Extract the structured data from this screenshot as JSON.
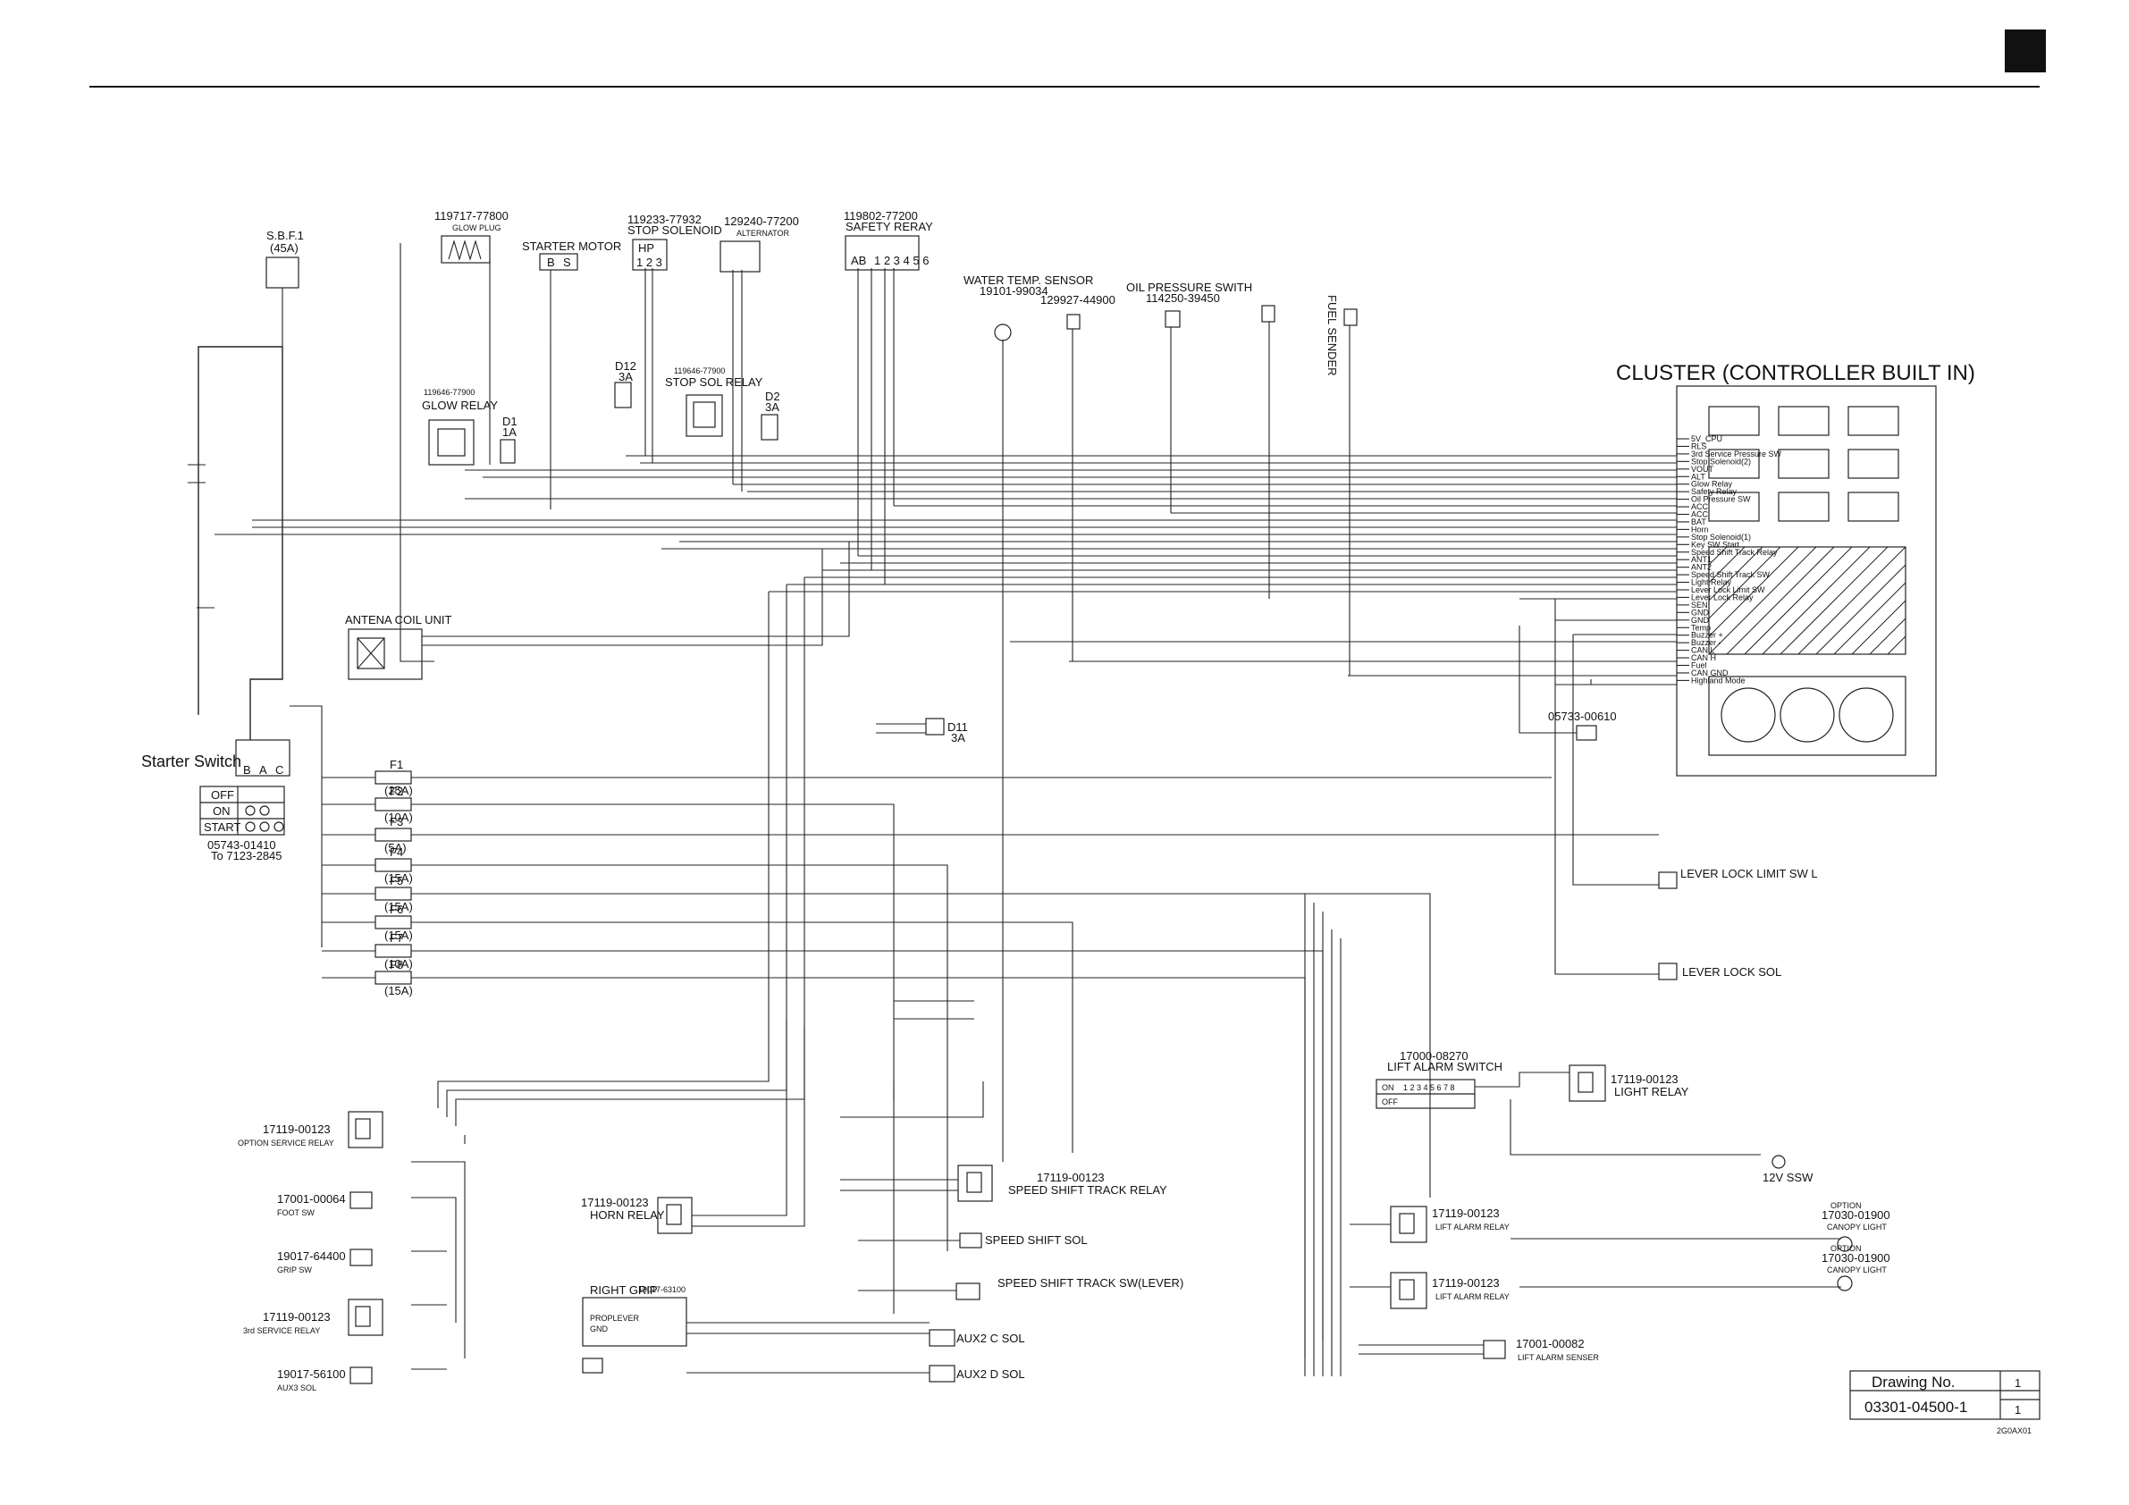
{
  "diagram": {
    "cluster_title": "CLUSTER (CONTROLLER BUILT IN)",
    "cluster_pins": [
      "5V_CPU",
      "RLS",
      "3rd Service Pressure SW",
      "Stop Solenoid(2)",
      "VOUT",
      "ALT",
      "Glow Relay",
      "Safety Relay",
      "Oil Pressure SW",
      "ACC",
      "ACC",
      "BAT",
      "Horn",
      "Stop Solenoid(1)",
      "Key SW Start",
      "Speed Shift Track Relay",
      "ANT1",
      "ANT2",
      "Speed Shift Track SW",
      "Light Relay",
      "Lever Lock Limit SW",
      "Lever Lock Relay",
      "SEN",
      "GND",
      "GND",
      "Temp",
      "Buzzer +",
      "Buzzer -",
      "CAN L",
      "CAN H",
      "Fuel",
      "CAN GND",
      "Highland Mode"
    ],
    "top_components": [
      {
        "part": "119717-77800",
        "name": "GLOW PLUG"
      },
      {
        "part": "",
        "name": "STARTER MOTOR"
      },
      {
        "part": "119233-77932",
        "name": "STOP SOLENOID"
      },
      {
        "part": "129240-77200",
        "name": "ALTERNATOR"
      },
      {
        "part": "119802-77200",
        "name": "SAFETY RERAY"
      }
    ],
    "sensors": [
      {
        "part": "19101-99034",
        "name": "WATER TEMP. SENSOR"
      },
      {
        "part": "129927-44900",
        "name": ""
      },
      {
        "part": "114250-39450",
        "name": "OIL PRESSURE SWITH"
      },
      {
        "part": "",
        "name": "FUEL SENDER"
      }
    ],
    "relays_left": [
      {
        "part": "17119-00123",
        "name": "OPTION SERVICE RELAY"
      },
      {
        "part": "17001-00064",
        "name": "FOOT SW"
      },
      {
        "part": "19017-64400",
        "name": "GRIP SW"
      },
      {
        "part": "17119-00123",
        "name": "3rd SERVICE RELAY"
      },
      {
        "part": "19017-56100",
        "name": "AUX3 SOL"
      }
    ],
    "relays_center": [
      {
        "part": "17119-00123",
        "name": "HORN   RELAY"
      },
      {
        "part": "17119-00123",
        "name": "SPEED SHIFT TRACK  RELAY"
      }
    ],
    "relays_right": [
      {
        "part": "17119-00123",
        "name": "LIGHT RELAY"
      },
      {
        "part": "17119-00123",
        "name": "LIFT ALARM RELAY"
      },
      {
        "part": "17119-00123",
        "name": "LIFT ALARM RELAY"
      },
      {
        "part": "17001-00082",
        "name": "LIFT ALARM SENSER"
      },
      {
        "part": "17000-08270",
        "name": "LIFT ALARM SWITCH"
      }
    ],
    "misc": {
      "sbf": "S.B.F.1",
      "sbf_rating": "(45A)",
      "glow_relay": "GLOW RELAY",
      "glow_relay_part": "119646-77900",
      "stop_sol_relay": "STOP SOL RELAY",
      "stop_sol_relay_part": "119646-77900",
      "d12": "D12",
      "d12_rating": "3A",
      "d1": "D1",
      "d1_rating": "1A",
      "d2": "D2",
      "d2_rating": "3A",
      "d11": "D11",
      "d11_rating": "3A",
      "antenna": "ANTENA COIL UNIT",
      "starter_switch": "Starter Switch",
      "starter_part": "05743-01410",
      "starter_to": "To 7123-2845",
      "starter_positions": [
        "OFF",
        "ON",
        "START"
      ],
      "starter_terms": [
        "B",
        "A",
        "C"
      ],
      "buzzer_part": "05733-00610",
      "lever_lock_limit": "LEVER LOCK LIMIT SW L",
      "lever_lock_sol": "LEVER LOCK SOL",
      "speed_shift_sol": "SPEED SHIFT SOL",
      "speed_shift_track_sw": "SPEED SHIFT TRACK SW(LEVER)",
      "aux2c": "AUX2 C SOL",
      "aux2d": "AUX2 D SOL",
      "right_grip": "RIGHT GRIP",
      "right_grip_part": "19017-63100",
      "ssw": "12V SSW",
      "canopy1_part": "17030-01900",
      "canopy1": "CANOPY LIGHT",
      "canopy2_part": "17030-01900",
      "canopy2": "CANOPY LIGHT",
      "option": "OPTION"
    },
    "fuses": [
      {
        "name": "F1",
        "rating": "(25A)"
      },
      {
        "name": "F2",
        "rating": "(10A)"
      },
      {
        "name": "F3",
        "rating": "(5A)"
      },
      {
        "name": "F4",
        "rating": "(15A)"
      },
      {
        "name": "F5",
        "rating": "(15A)"
      },
      {
        "name": "F6",
        "rating": "(15A)"
      },
      {
        "name": "F7",
        "rating": "(10A)"
      },
      {
        "name": "F8",
        "rating": "(15A)"
      }
    ],
    "drawing_no_label": "Drawing No.",
    "drawing_no": "03301-04500-1",
    "sheet_top": "1",
    "sheet_bottom": "1",
    "footer_code": "2G0AX01"
  }
}
